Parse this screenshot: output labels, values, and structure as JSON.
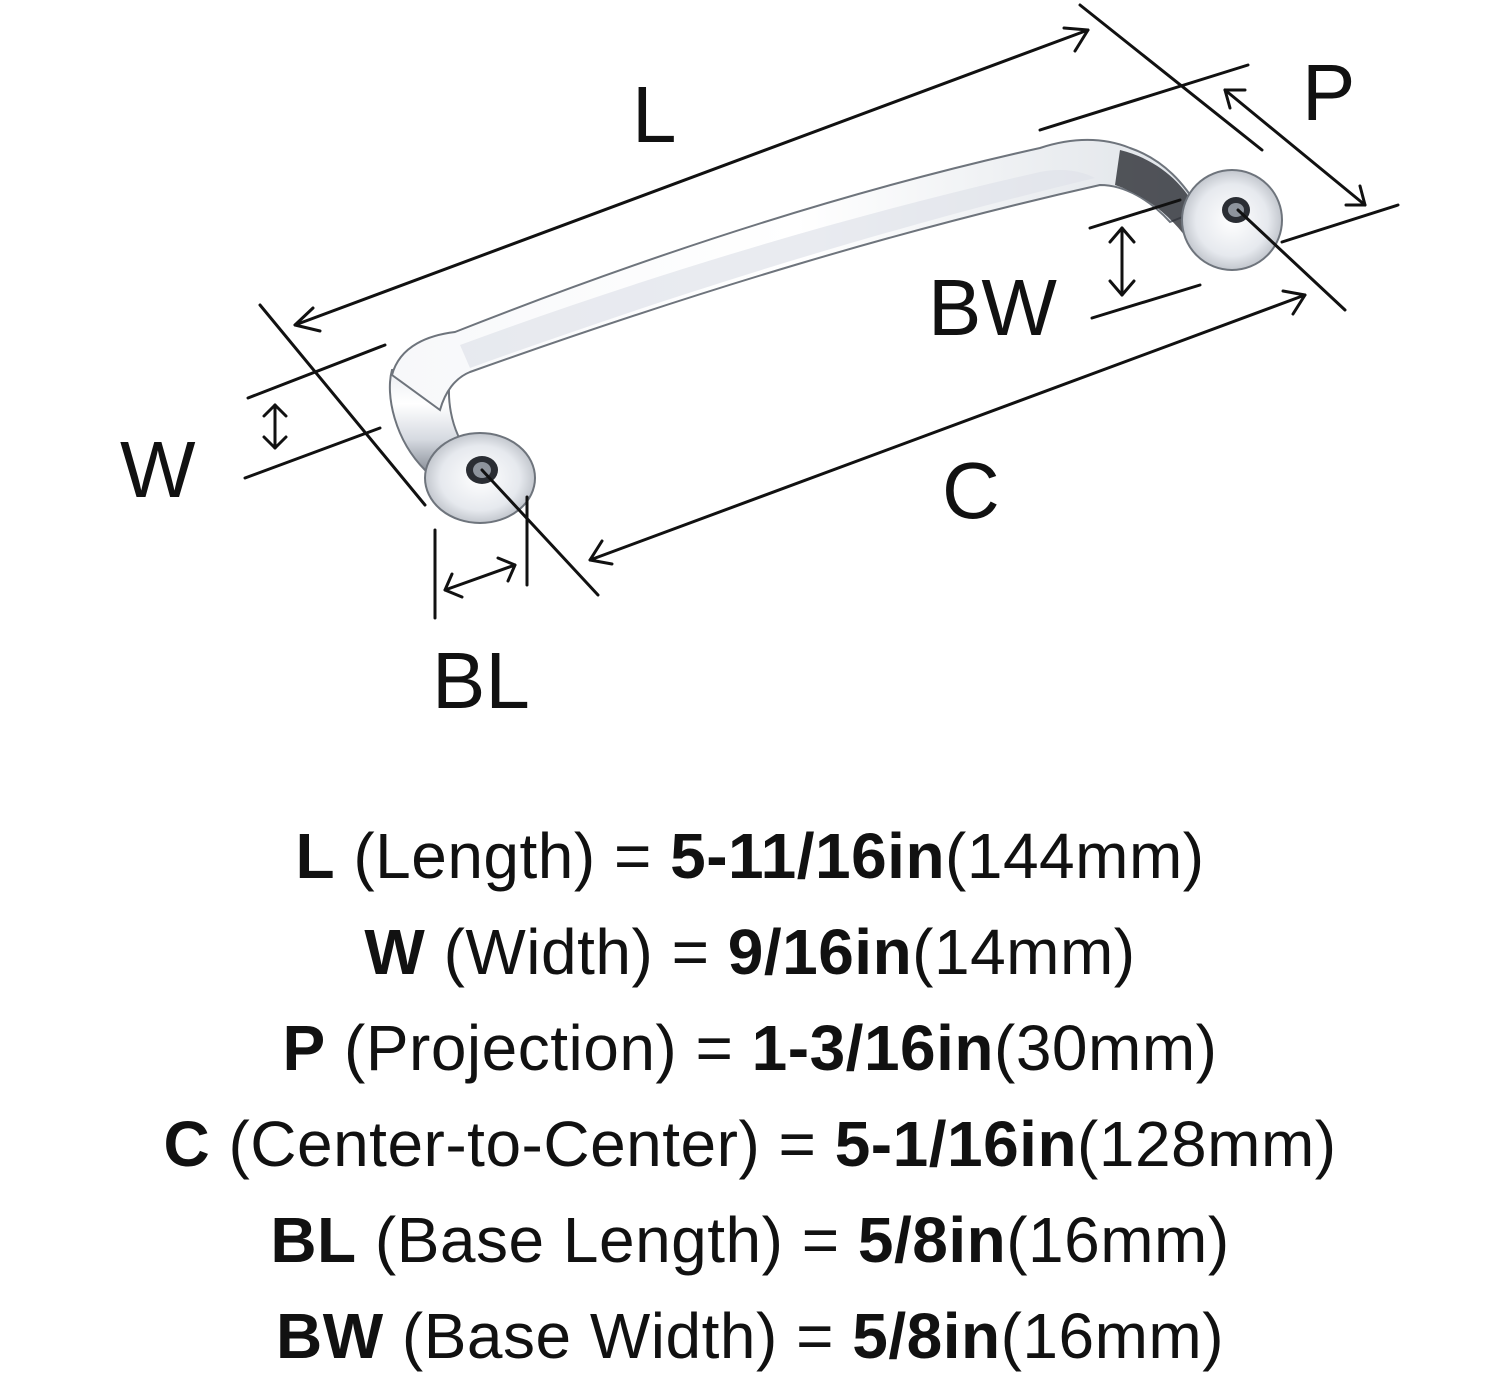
{
  "diagram": {
    "labels": {
      "L": "L",
      "P": "P",
      "BW": "BW",
      "W": "W",
      "C": "C",
      "BL": "BL"
    },
    "colors": {
      "line": "#111111",
      "chrome_light": "#f4f6f9",
      "chrome_mid": "#c9ced6",
      "chrome_dark": "#2a2d33"
    },
    "icons": [
      "handle-image"
    ]
  },
  "specs": [
    {
      "code": "L",
      "name": "(Length)",
      "eq": "=",
      "value": "5-11/16in",
      "metric": "(144mm)"
    },
    {
      "code": "W",
      "name": "(Width)",
      "eq": "=",
      "value": "9/16in",
      "metric": "(14mm)"
    },
    {
      "code": "P",
      "name": "(Projection)",
      "eq": "=",
      "value": "1-3/16in",
      "metric": "(30mm)"
    },
    {
      "code": "C",
      "name": "(Center-to-Center)",
      "eq": "=",
      "value": "5-1/16in",
      "metric": "(128mm)"
    },
    {
      "code": "BL",
      "name": "(Base Length)",
      "eq": "=",
      "value": "5/8in",
      "metric": "(16mm)"
    },
    {
      "code": "BW",
      "name": "(Base Width)",
      "eq": "=",
      "value": "5/8in",
      "metric": "(16mm)"
    }
  ]
}
